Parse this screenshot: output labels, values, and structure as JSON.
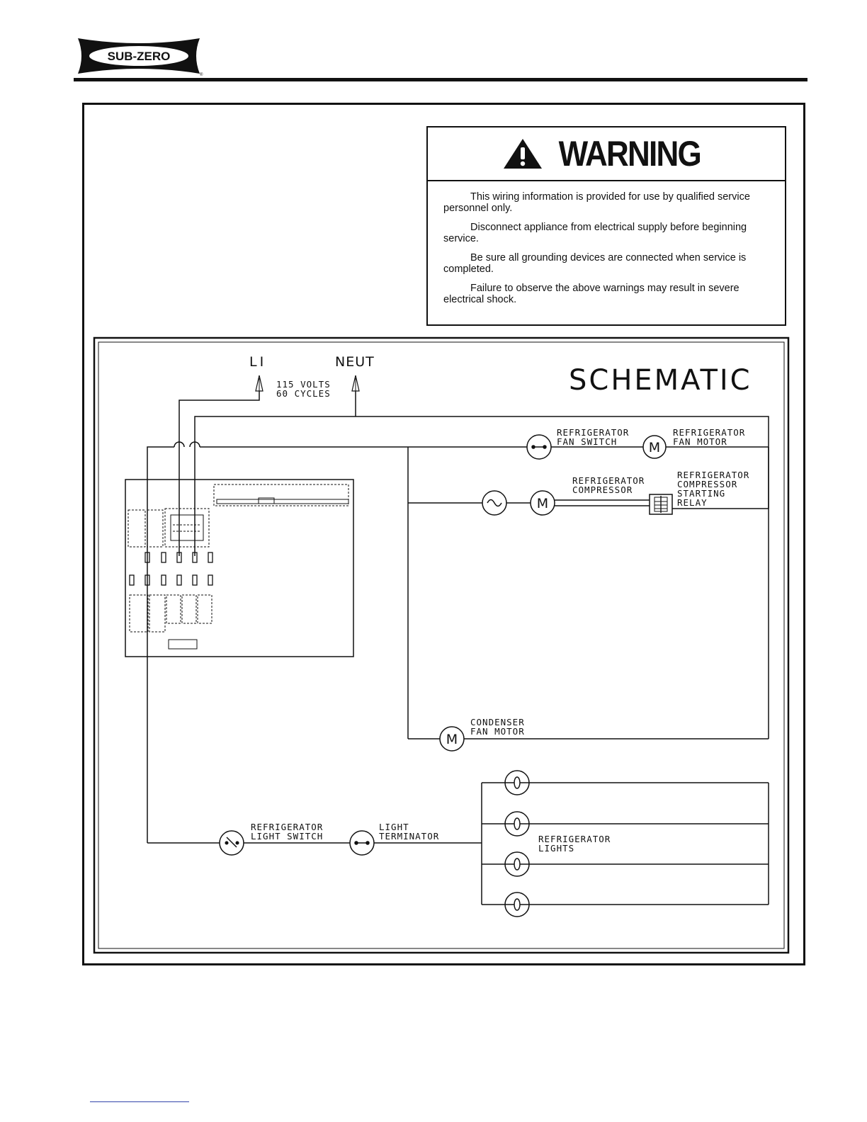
{
  "brand": "SUB-ZERO",
  "warning": {
    "title": "WARNING",
    "paragraphs": [
      "This wiring information is provided for use by qualified service personnel only.",
      "Disconnect appliance from electrical supply before beginning service.",
      "Be sure all grounding devices are connected when service is completed.",
      "Failure to observe the above warnings may result in severe electrical shock."
    ]
  },
  "schematic": {
    "title": "SCHEMATIC",
    "power": {
      "line": "LI",
      "neutral": "NEUT",
      "spec_1": "115 VOLTS",
      "spec_2": "60 CYCLES"
    },
    "fan_switch": [
      "REFRIGERATOR",
      "FAN SWITCH"
    ],
    "fan_motor": [
      "REFRIGERATOR",
      "FAN MOTOR"
    ],
    "compressor": [
      "REFRIGERATOR",
      "COMPRESSOR"
    ],
    "relay": [
      "REFRIGERATOR",
      "COMPRESSOR",
      "STARTING",
      "RELAY"
    ],
    "condenser": [
      "CONDENSER",
      "FAN MOTOR"
    ],
    "light_switch": [
      "REFRIGERATOR",
      "LIGHT SWITCH"
    ],
    "light_terminator": [
      "LIGHT",
      "TERMINATOR"
    ],
    "lights": [
      "REFRIGERATOR",
      "LIGHTS"
    ],
    "motor_symbol": "M"
  }
}
